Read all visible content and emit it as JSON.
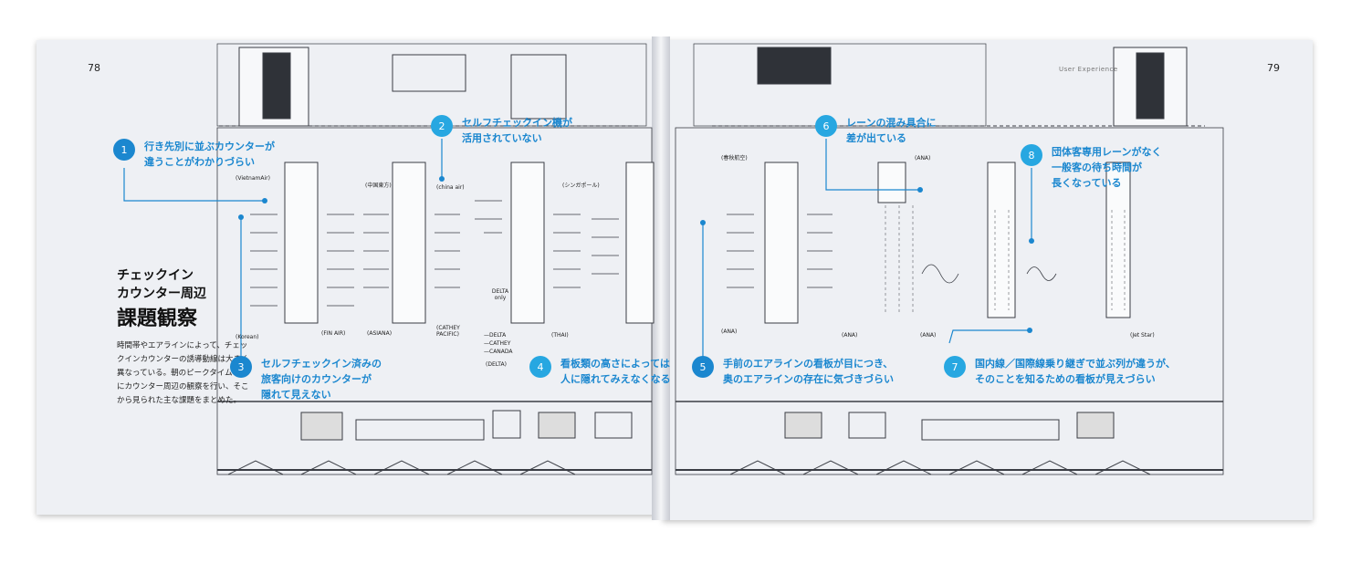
{
  "left_page": {
    "page_number": "78",
    "title_line1": "チェックイン",
    "title_line2": "カウンター周辺",
    "title_main": "課題観察",
    "body": "時間帯やエアラインによって、チェックインカウンターの誘導動線は大きく異なっている。朝のピークタイム中心にカウンター周辺の観察を行い、そこから見られた主な課題をまとめた。"
  },
  "right_page": {
    "page_number": "79",
    "header_label": "User Experience"
  },
  "callouts": [
    {
      "number": "1",
      "text": "行き先別に並ぶカウンターが\n違うことがわかりづらい"
    },
    {
      "number": "2",
      "text": "セルフチェックイン機が\n活用されていない"
    },
    {
      "number": "3",
      "text": "セルフチェックイン済みの\n旅客向けのカウンターが\n隠れて見えない"
    },
    {
      "number": "4",
      "text": "看板類の高さによっては\n人に隠れてみえなくなる"
    },
    {
      "number": "5",
      "text": "手前のエアラインの看板が目につき、\n奥のエアラインの存在に気づきづらい"
    },
    {
      "number": "6",
      "text": "レーンの混み具合に\n差が出ている"
    },
    {
      "number": "7",
      "text": "国内線／国際線乗り継ぎで並ぶ列が違うが、\nそのことを知るための看板が見えづらい"
    },
    {
      "number": "8",
      "text": "団体客専用レーンがなく\n一般客の待ち時間が\n長くなっている"
    }
  ],
  "floor_labels": {
    "vietnamair": "(VietnamAir)",
    "korean": "(Korean)",
    "chinaeastern": "(中国東方)",
    "finnair": "(FIN AIR)",
    "chinaair": "(china air)",
    "asiana": "(ASIANA)",
    "cathay": "(CATHEY PACIFIC)",
    "singapore": "(シンガポール)",
    "thai": "(THAI)",
    "delta_only": "DELTA only",
    "delta_legend_1": "—DELTA",
    "delta_legend_2": "—CATHEY",
    "delta_legend_3": "—CANADA",
    "delta": "(DELTA)",
    "springairlines": "(春秋航空)",
    "ana1": "(ANA)",
    "ana2": "(ANA)",
    "ana3": "(ANA)",
    "ana4": "(ANA)",
    "jetstar": "(Jet Star)"
  },
  "colors": {
    "accent_dark": "#1b87cf",
    "accent_light": "#27a7e1",
    "page_bg": "#eef0f4"
  }
}
